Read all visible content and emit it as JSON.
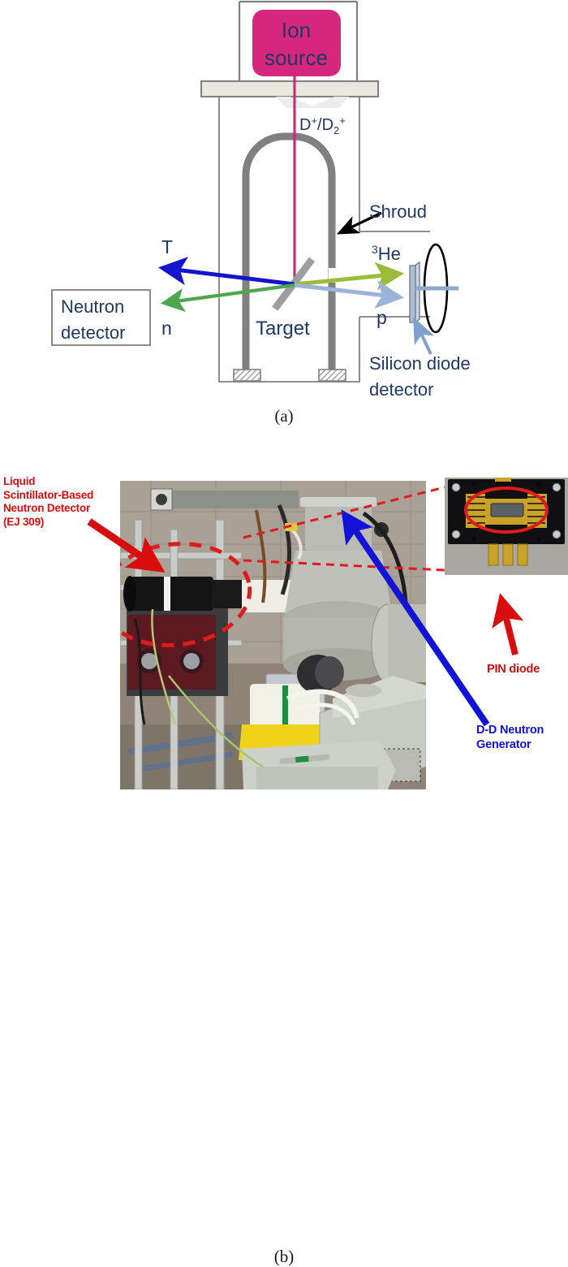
{
  "figure": {
    "caption_a": "(a)",
    "caption_b": "(b)"
  },
  "panel_a": {
    "type": "schematic-diagram",
    "title": "D-D neutron generator and detector schematic",
    "colors": {
      "ion_source_fill": "#D6277F",
      "beam_line": "#C72A77",
      "text": "#1F3864",
      "structure_gray": "#808080",
      "flange_fill": "#EAE7DC",
      "arrow_T": "#1414CC",
      "arrow_n": "#4CA64C",
      "arrow_He3": "#9BBB3A",
      "arrow_p": "#9BB3D8",
      "pointer_black": "#000000"
    },
    "labels": {
      "ion_source_line1": "Ion",
      "ion_source_line2": "source",
      "beam_species": "D⁺/D₂⁺",
      "shroud": "Shroud",
      "target": "Target",
      "neutron_detector_line1": "Neutron",
      "neutron_detector_line2": "detector",
      "silicon_diode_line1": "Silicon diode",
      "silicon_diode_line2": "detector",
      "particle_T": "T",
      "particle_n": "n",
      "particle_He3_sup": "3",
      "particle_He3": "He",
      "particle_p": "p"
    }
  },
  "panel_b": {
    "type": "laboratory-photograph",
    "annotations": {
      "neutron_detector_line1": "Liquid",
      "neutron_detector_line2": "Scintillator-Based",
      "neutron_detector_line3": "Neutron Detector",
      "neutron_detector_line4": "(EJ 309)",
      "pin_diode": "PIN diode",
      "generator_line1": "D-D Neutron",
      "generator_line2": "Generator"
    },
    "colors": {
      "annotation_red": "#D80D0D",
      "annotation_blue": "#1313D8",
      "callout_dashed": "#E01B1B"
    }
  }
}
